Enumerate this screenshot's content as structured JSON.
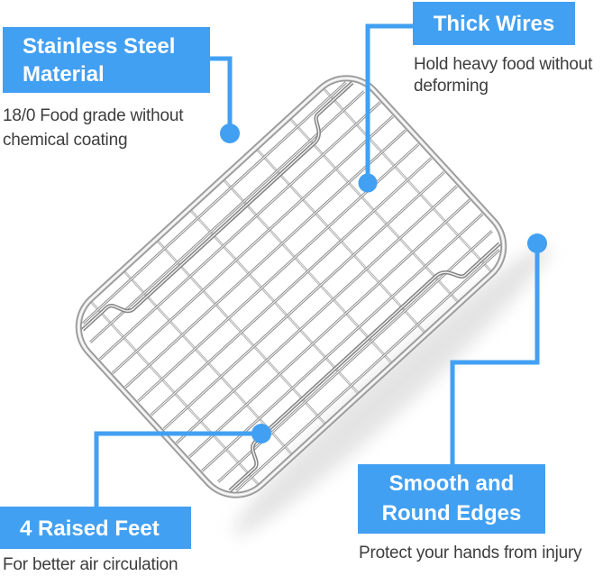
{
  "colors": {
    "accent": "#42a0f2",
    "heading_text": "#ffffff",
    "body_text": "#3d3d3d",
    "metal": "#8d8d8d"
  },
  "callouts": {
    "material": {
      "title_line1": "Stainless Steel",
      "title_line2": "Material",
      "desc_line1": "18/0 Food grade without",
      "desc_line2": "chemical coating"
    },
    "thick_wires": {
      "title": "Thick Wires",
      "desc_line1": "Hold heavy food without",
      "desc_line2": "deforming"
    },
    "raised_feet": {
      "title": "4 Raised Feet",
      "desc": "For better air circulation"
    },
    "smooth_edges": {
      "title_line1": "Smooth and",
      "title_line2": "Round Edges",
      "desc": "Protect your hands from injury"
    }
  }
}
